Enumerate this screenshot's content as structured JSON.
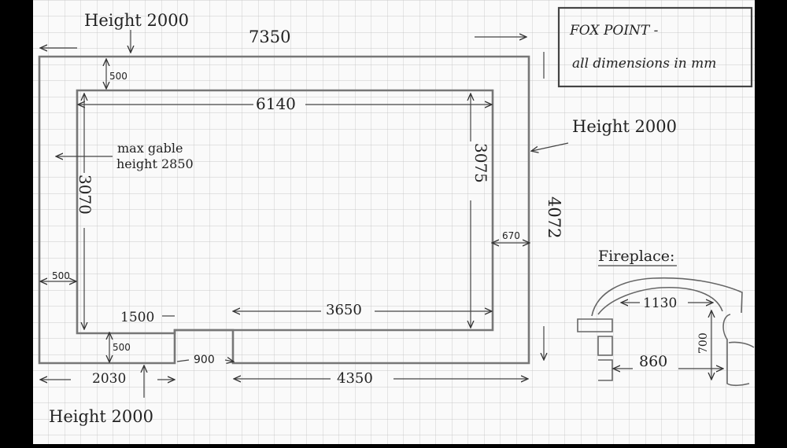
{
  "note": {
    "line1": "FOX POINT -",
    "line2": "all dimensions in mm"
  },
  "plan": {
    "height_top_left": "Height 2000",
    "height_right": "Height 2000",
    "height_bottom": "Height 2000",
    "overall_width": "7350",
    "inner_width": "6140",
    "offset_top": "500",
    "offset_left": "500",
    "offset_right": "670",
    "offset_bottom": "500",
    "gable_line1": "max gable",
    "gable_line2": "height 2850",
    "inner_left_depth": "3070",
    "inner_right_depth": "3075",
    "outer_right_depth": "4072",
    "inner_notch_width": "1500",
    "inner_right_width": "3650",
    "outer_bottom_left": "2030",
    "notch_gap": "900",
    "outer_bottom_right": "4350"
  },
  "fireplace": {
    "title": "Fireplace:",
    "top_width": "1130",
    "opening_width": "860",
    "height": "700"
  }
}
